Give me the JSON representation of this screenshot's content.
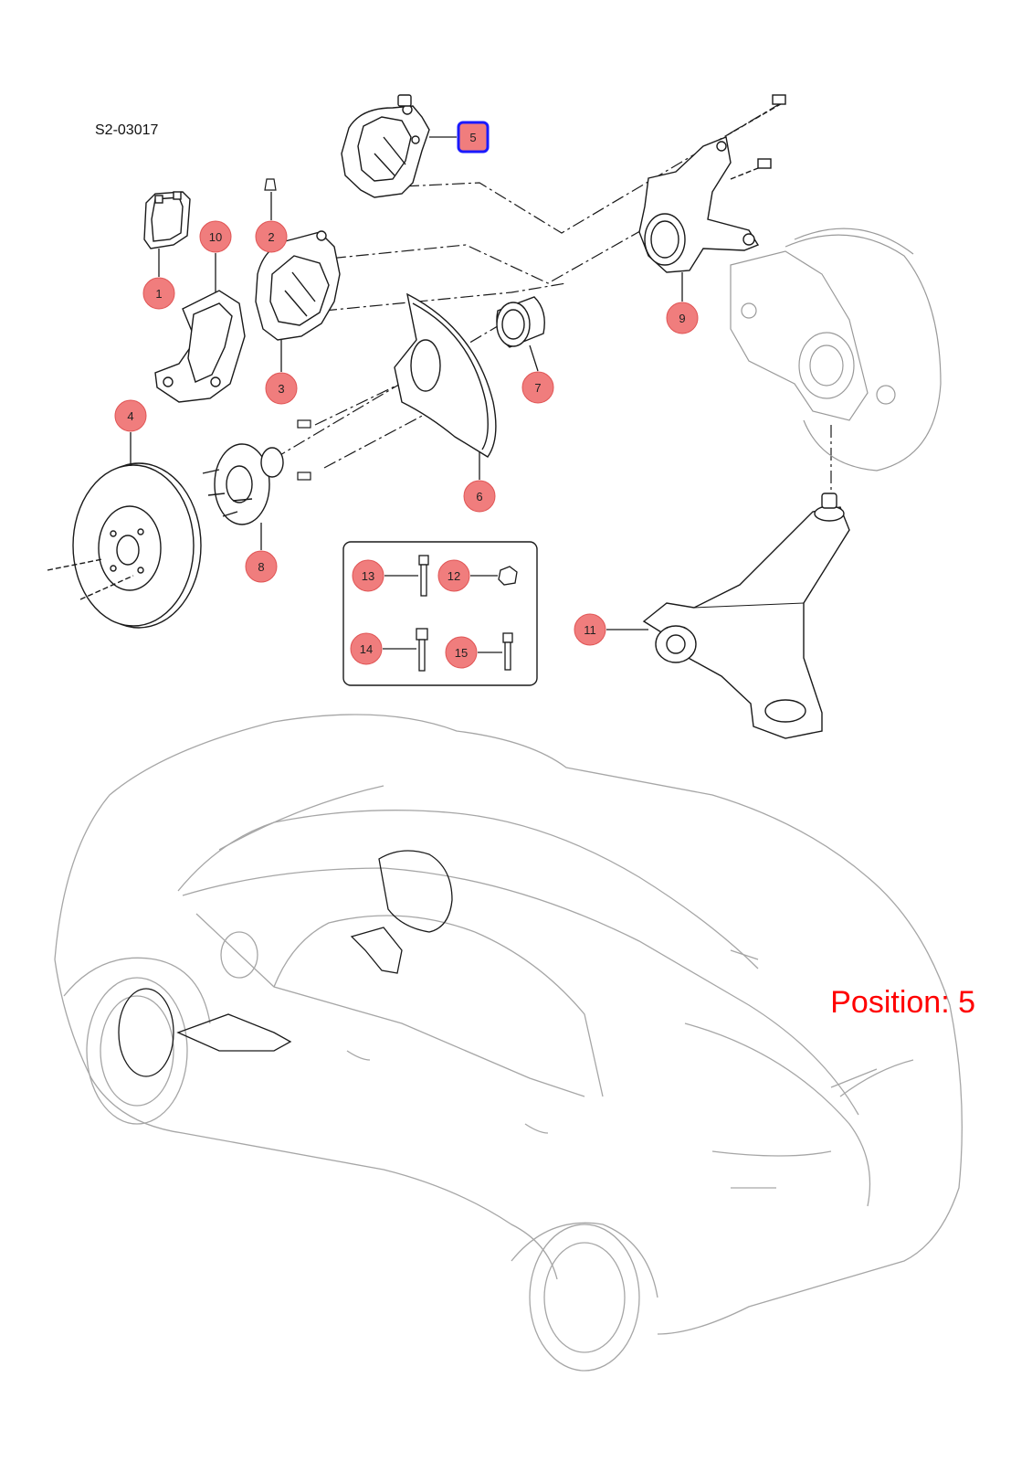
{
  "drawing_code": "S2-03017",
  "position_label": "Position: 5",
  "selected_callout": "5",
  "colors": {
    "callout_fill": "#f07d7d",
    "callout_stroke": "#e05555",
    "selected_stroke": "#1a1aff",
    "part_line": "#1a1a1a",
    "ghost_line": "#9a9a9a",
    "position_text": "#ff0000"
  },
  "callouts": [
    {
      "id": "1",
      "label": "1"
    },
    {
      "id": "2",
      "label": "2"
    },
    {
      "id": "3",
      "label": "3"
    },
    {
      "id": "4",
      "label": "4"
    },
    {
      "id": "5",
      "label": "5"
    },
    {
      "id": "6",
      "label": "6"
    },
    {
      "id": "7",
      "label": "7"
    },
    {
      "id": "8",
      "label": "8"
    },
    {
      "id": "9",
      "label": "9"
    },
    {
      "id": "10",
      "label": "10"
    },
    {
      "id": "11",
      "label": "11"
    },
    {
      "id": "12",
      "label": "12"
    },
    {
      "id": "13",
      "label": "13"
    },
    {
      "id": "14",
      "label": "14"
    },
    {
      "id": "15",
      "label": "15"
    }
  ]
}
